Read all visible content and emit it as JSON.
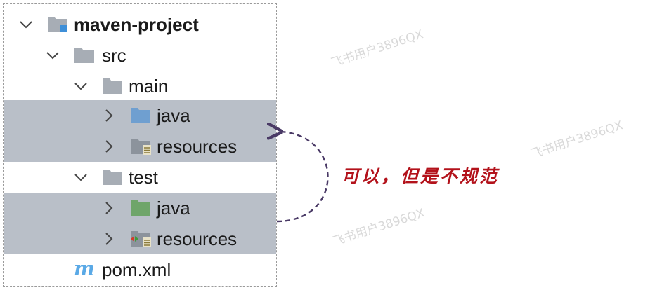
{
  "tree": {
    "root": {
      "label": "maven-project",
      "state": "expanded",
      "icon": "module-folder-icon"
    },
    "items": [
      {
        "label": "src",
        "state": "expanded",
        "icon": "folder-icon"
      },
      {
        "label": "main",
        "state": "expanded",
        "icon": "folder-icon"
      },
      {
        "label": "java",
        "state": "collapsed",
        "icon": "source-folder-icon",
        "selected": true
      },
      {
        "label": "resources",
        "state": "collapsed",
        "icon": "resources-folder-icon",
        "selected": true
      },
      {
        "label": "test",
        "state": "expanded",
        "icon": "folder-icon"
      },
      {
        "label": "java",
        "state": "collapsed",
        "icon": "test-source-folder-icon",
        "selected": true
      },
      {
        "label": "resources",
        "state": "collapsed",
        "icon": "test-resources-folder-icon",
        "selected": true
      },
      {
        "label": "pom.xml",
        "icon": "maven-file-icon"
      }
    ]
  },
  "annotation": {
    "text": "可以，但是不规范"
  },
  "watermark": {
    "text": "飞书用户3896QX"
  },
  "colors": {
    "selection": "#b9bfc8",
    "folder": "#a7adb5",
    "source_folder": "#6f9fd0",
    "test_folder": "#6fa56a",
    "annotation": "#b3121b",
    "arrow": "#4a3a66"
  }
}
